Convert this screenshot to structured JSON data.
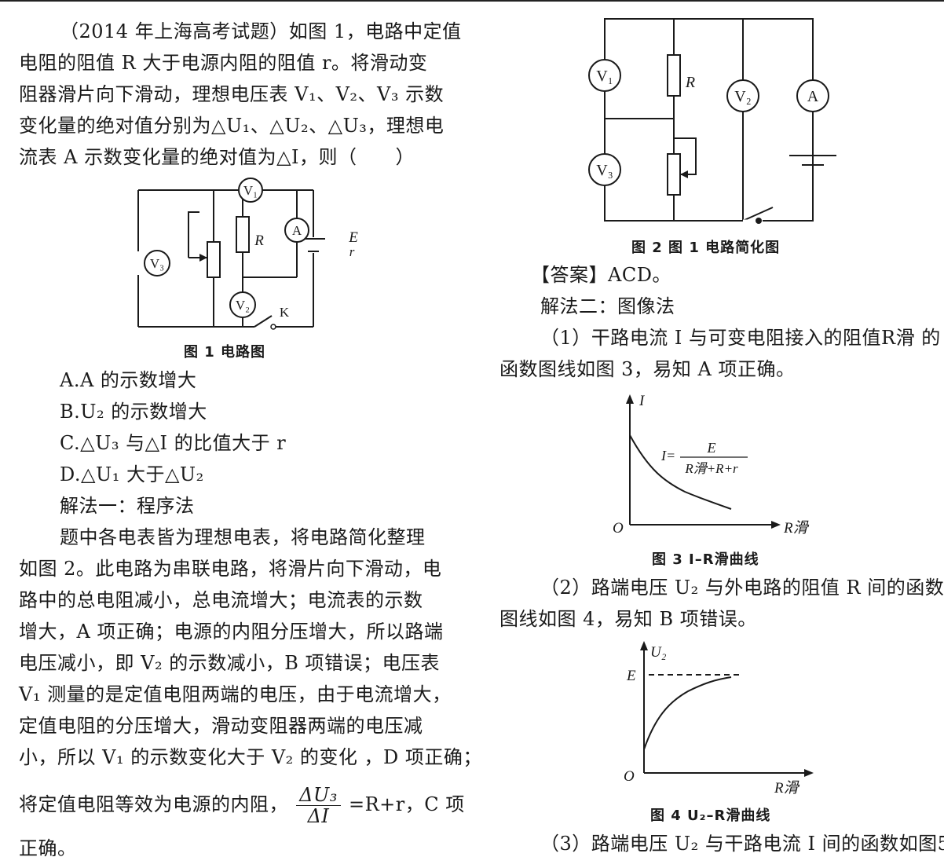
{
  "left": {
    "problem_lines": [
      "（2014 年上海高考试题）如图 1，电路中定值",
      "电阻的阻值 R 大于电源内阻的阻值 r。将滑动变",
      "阻器滑片向下滑动，理想电压表 V₁、V₂、V₃ 示数",
      "变化量的绝对值分别为△U₁、△U₂、△U₃，理想电",
      "流表 A 示数变化量的绝对值为△I，则（　　）"
    ],
    "fig1_caption": "图 1  电路图",
    "fig1_labels": {
      "v1": "V₁",
      "v2": "V₂",
      "v3": "V₃",
      "a": "A",
      "r": "R",
      "e": "E",
      "rint": "r",
      "k": "K"
    },
    "options": [
      "A.A 的示数增大",
      "B.U₂ 的示数增大",
      "C.△U₃ 与△I 的比值大于 r",
      "D.△U₁ 大于△U₂"
    ],
    "method1_title": "解法一：程序法",
    "method1_lines": [
      "题中各电表皆为理想电表，将电路简化整理",
      "如图 2。此电路为串联电路，将滑片向下滑动，电",
      "路中的总电阻减小，总电流增大；电流表的示数",
      "增大，A 项正确；电源的内阻分压增大，所以路端",
      "电压减小，即 V₂ 的示数减小，B 项错误；电压表",
      "V₁ 测量的是定值电阻两端的电压，由于电流增大，",
      "定值电阻的分压增大，滑动变阻器两端的电压减",
      "小，所以 V₁ 的示数变化大于 V₂ 的变化 ，D 项正确；"
    ],
    "formula_line": {
      "prefix": "将定值电阻等效为电源的内阻，",
      "numerator": "ΔU₃",
      "denominator": "ΔI",
      "suffix": "=R+r，C 项"
    },
    "last_line": "正确。"
  },
  "right": {
    "fig2_caption": "图 2  图 1 电路简化图",
    "fig2_labels": {
      "v1": "V₁",
      "v2": "V₂",
      "v3": "V₃",
      "a": "A",
      "r": "R"
    },
    "answer": "【答案】ACD。",
    "method2_title": "解法二：图像法",
    "item1_lines": [
      "（1）干路电流 I 与可变电阻接入的阻值R滑 的",
      "函数图线如图 3，易知 A 项正确。"
    ],
    "fig3": {
      "y_label": "I",
      "x_label": "R滑",
      "origin": "O",
      "eq_lhs": "I=",
      "eq_num": "E",
      "eq_den": "R滑+R+r",
      "caption": "图 3  I–R滑曲线"
    },
    "item2_lines": [
      "（2）路端电压 U₂ 与外电路的阻值 R 间的函数",
      "图线如图 4，易知 B 项错误。"
    ],
    "fig4": {
      "y_label": "U₂",
      "x_label": "R滑",
      "origin": "O",
      "asymptote_label": "E",
      "caption": "图 4  U₂–R滑曲线"
    },
    "item3_line": "（3）路端电压 U₂ 与干路电流 I 间的函数如图5，"
  }
}
